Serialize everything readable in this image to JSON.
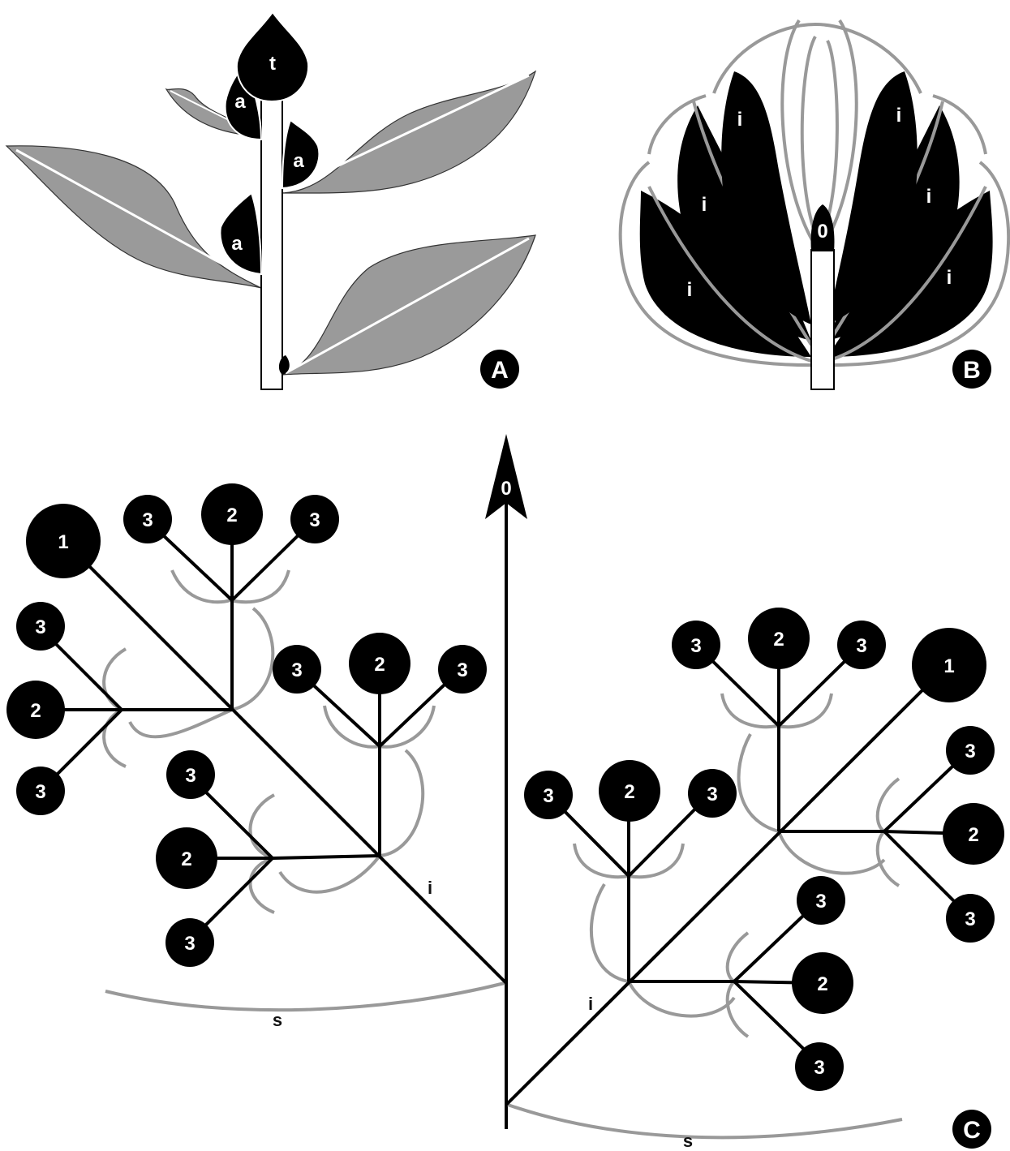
{
  "panels": {
    "A": "A",
    "B": "B",
    "C": "C"
  },
  "panel_a": {
    "terminal_bud": "t",
    "axillary_buds": [
      "a",
      "a",
      "a"
    ]
  },
  "panel_b": {
    "apex": "0",
    "leaves": [
      "i",
      "i",
      "i",
      "i",
      "i",
      "i"
    ]
  },
  "panel_c": {
    "main_axis": "0",
    "internode_left": "i",
    "internode_right": "i",
    "scale_left": "s",
    "scale_right": "s",
    "order_1": "1",
    "order_2": "2",
    "order_3": "3"
  },
  "colors": {
    "leaf_gray": "#9a9a9a",
    "bud_black": "#000000",
    "bract_gray": "#999999"
  }
}
